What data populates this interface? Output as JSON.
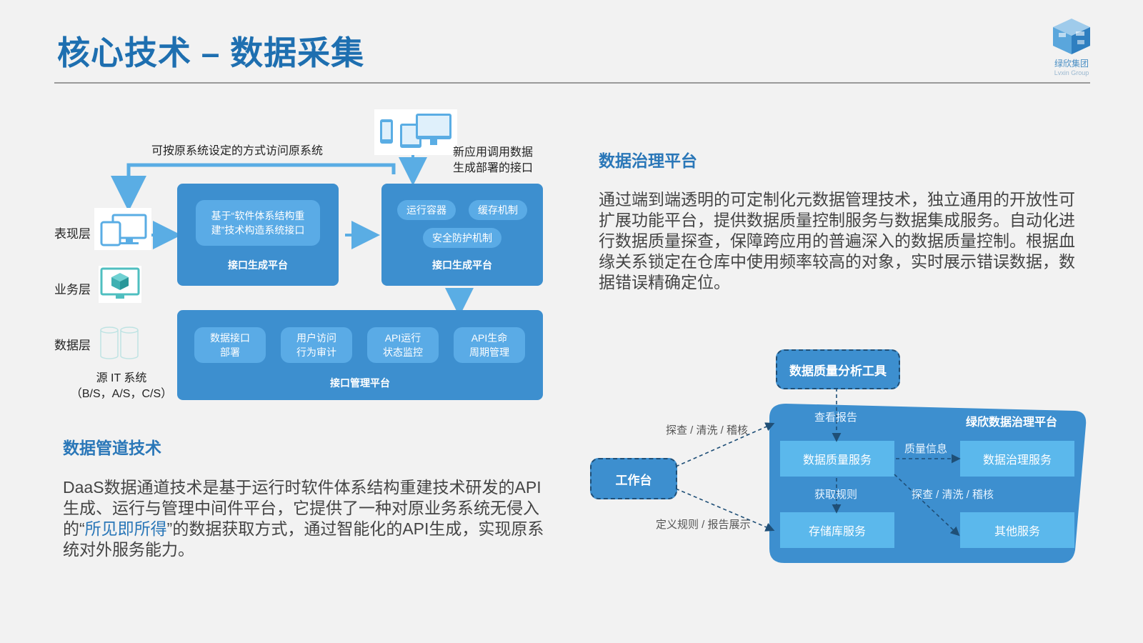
{
  "header": {
    "title": "核心技术 – 数据采集",
    "logo_name": "绿欣集团",
    "logo_en": "Lvxin Group"
  },
  "left_diagram": {
    "layers": {
      "presentation": "表现层",
      "business": "业务层",
      "data": "数据层"
    },
    "top_note": "可按原系统设定的方式访问原系统",
    "new_app_note": [
      "新应用调用数据",
      "生成部署的接口"
    ],
    "platform_left": {
      "pill": [
        "基于“软件体系结构重",
        "建”技术构造系统接口"
      ],
      "caption": "接口生成平台"
    },
    "platform_right": {
      "pills": [
        "运行容器",
        "缓存机制",
        "安全防护机制"
      ],
      "caption": "接口生成平台"
    },
    "management": {
      "pills": [
        [
          "数据接口",
          "部署"
        ],
        [
          "用户访问",
          "行为审计"
        ],
        [
          "API运行",
          "状态监控"
        ],
        [
          "API生命",
          "周期管理"
        ]
      ],
      "caption": "接口管理平台"
    },
    "source": [
      "源 IT 系统",
      "（B/S，A/S，C/S）"
    ]
  },
  "pipeline": {
    "heading": "数据管道技术",
    "text_before": "DaaS数据通道技术是基于运行时软件体系结构重建技术研发的API生成、运行与管理中间件平台，它提供了一种对原业务系统无侵入的“",
    "highlight": "所见即所得",
    "text_after": "”的数据获取方式，通过智能化的API生成，实现原系统对外服务能力。"
  },
  "governance": {
    "heading": "数据治理平台",
    "text": "通过端到端透明的可定制化元数据管理技术，独立通用的开放性可扩展功能平台，提供数据质量控制服务与数据集成服务。自动化进行数据质量探查，保障跨应用的普遍深入的数据质量控制。根据血缘关系锁定在仓库中使用频率较高的对象，实时展示错误数据，数据错误精确定位。"
  },
  "right_diagram": {
    "tool": "数据质量分析工具",
    "workbench": "工作台",
    "platform_title": "绿欣数据治理平台",
    "view_report": "查看报告",
    "probe_top": "探查 / 清洗 / 稽核",
    "define_rules": "定义规则 / 报告展示",
    "quality_info": "质量信息",
    "get_rules": "获取规则",
    "probe_inner": "探查 / 清洗 / 稽核",
    "services": {
      "quality": "数据质量服务",
      "governance": "数据治理服务",
      "storage": "存储库服务",
      "other": "其他服务"
    }
  }
}
